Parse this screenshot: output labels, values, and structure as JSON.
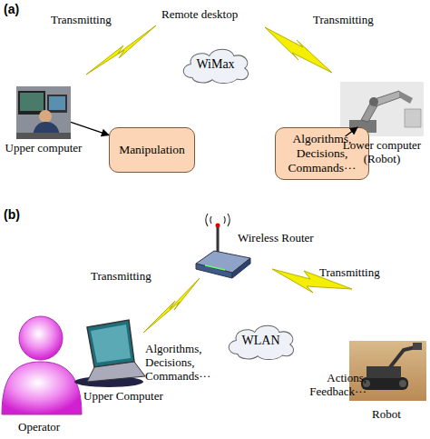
{
  "diagram": {
    "nodes": [
      {
        "text": [
          "Upper computer"
        ]
      },
      {
        "text": [
          "Manipulation"
        ]
      },
      {
        "text": [
          "WiMax"
        ]
      },
      {
        "text": [
          "Algorithms, Decisions, Commands···"
        ]
      },
      {
        "text": [
          "Lower computer (Robot)"
        ]
      },
      {
        "text": [
          "WLAN"
        ]
      }
    ],
    "edges": [
      {
        "from": 0,
        "to": 1,
        "arrow": "to"
      },
      {
        "from": 4,
        "to": 3,
        "arrow": "to"
      }
    ],
    "labels": [
      "(a)",
      "Transmitting",
      "Remote desktop",
      "Transmitting",
      "(b)",
      "Wireless Router",
      "Transmitting",
      "Transmitting",
      "Algorithms, Decisions, Commands···",
      "Upper Computer",
      "Actions, Feedback···",
      "Operator",
      "Robot"
    ]
  }
}
